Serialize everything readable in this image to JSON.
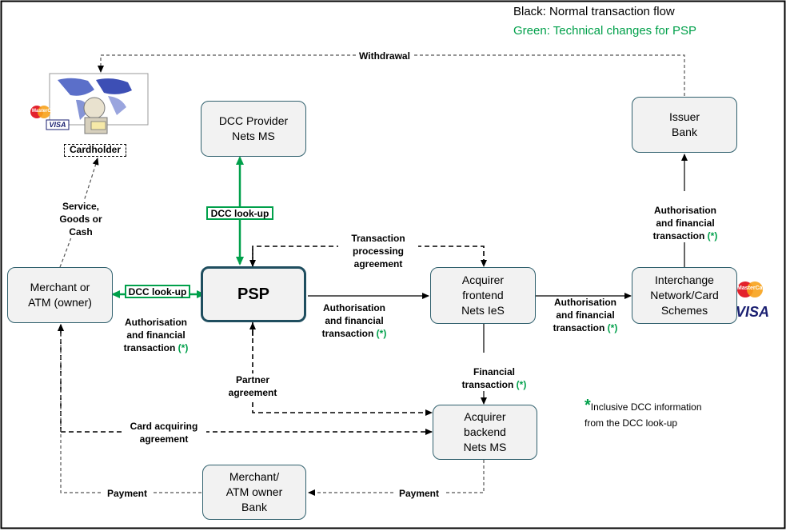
{
  "legend": {
    "black": "Black: Normal transaction flow",
    "green": "Green: Technical changes for PSP"
  },
  "nodes": {
    "dcc_provider": "DCC Provider\nNets MS",
    "psp": "PSP",
    "merchant": "Merchant or\nATM (owner)",
    "acquirer_frontend": "Acquirer\nfrontend\nNets IeS",
    "interchange": "Interchange\nNetwork/Card\nSchemes",
    "issuer": "Issuer\nBank",
    "acquirer_backend": "Acquirer\nbackend\nNets MS",
    "merchant_bank": "Merchant/\nATM owner\nBank",
    "cardholder": "Cardholder"
  },
  "labels": {
    "withdrawal": "Withdrawal",
    "service": "Service,\nGoods or\nCash",
    "dcc_lookup_top": "DCC look-up",
    "dcc_lookup_left": "DCC look-up",
    "transaction_processing": "Transaction\nprocessing\nagreement",
    "auth_merchant": "Authorisation\nand financial\ntransaction",
    "auth_psp": "Authorisation\nand financial\ntransaction",
    "auth_acquirer": "Authorisation\nand financial\ntransaction",
    "auth_issuer": "Authorisation\nand financial\ntransaction",
    "star": "(*)",
    "partner": "Partner\nagreement",
    "financial": "Financial\ntransaction",
    "card_acquiring": "Card acquiring\nagreement",
    "payment_left": "Payment",
    "payment_right": "Payment"
  },
  "note": {
    "star": "*",
    "line1": "Inclusive DCC information",
    "line2": "from the DCC look-up"
  },
  "logos": {
    "mastercard": "MasterCard",
    "visa": "VISA"
  },
  "colors": {
    "green": "#00a04a",
    "box_border": "#31616e",
    "box_fill": "#f2f2f2"
  }
}
